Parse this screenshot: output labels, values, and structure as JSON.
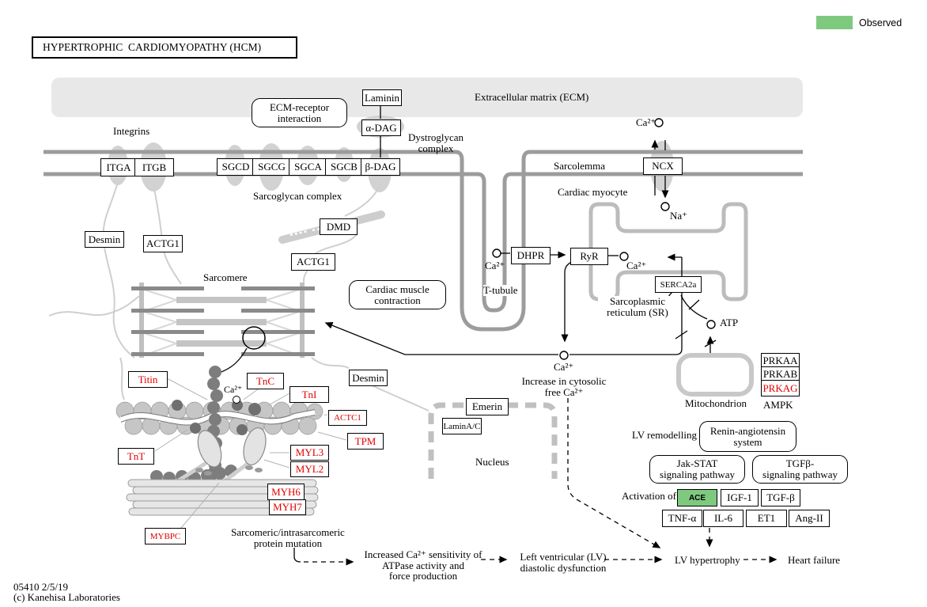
{
  "header": {
    "title": "HYPERTROPHIC  CARDIOMYOPATHY (HCM)",
    "legend_label": "Observed"
  },
  "colors": {
    "observed_green": "#7fc97f",
    "gene_red": "#e10000",
    "membrane_gray": "#9c9c9c"
  },
  "ecm": {
    "band_label": "Extracellular matrix (ECM)",
    "receptor_box": "ECM-receptor\ninteraction",
    "laminin": "Laminin",
    "alpha_dag": "α-DAG",
    "dystroglycan": "Dystroglycan\ncomplex",
    "integrins": "Integrins"
  },
  "membrane": {
    "itga": "ITGA",
    "itgb": "ITGB",
    "sgcd": "SGCD",
    "sgcg": "SGCG",
    "sgca": "SGCA",
    "sgcb": "SGCB",
    "beta_dag": "β-DAG",
    "ncx": "NCX",
    "sarcolemma": "Sarcolemma",
    "cardiac_myocyte": "Cardiac myocyte",
    "sarcoglycan_complex": "Sarcoglycan complex",
    "ca_out": "Ca²⁺",
    "na_in": "Na⁺"
  },
  "cytoskeleton": {
    "desmin_left": "Desmin",
    "actg1_left": "ACTG1",
    "dmd": "DMD",
    "actg1_mid": "ACTG1",
    "desmin_right": "Desmin"
  },
  "calcium": {
    "dhpr": "DHPR",
    "ryr": "RyR",
    "serca2a": "SERCA2a",
    "t_tubule": "T-tubule",
    "sr_label": "Sarcoplasmic\nreticulum (SR)",
    "atp": "ATP",
    "ca_dhpr": "Ca²⁺",
    "ca_sr": "Ca²⁺",
    "ca_cytosol": "Ca²⁺",
    "increase_label": "Increase in cytosolic\nfree Ca²⁺"
  },
  "sarcomere": {
    "label": "Sarcomere",
    "contraction_box": "Cardiac muscle\ncontraction",
    "ca": "Ca²⁺",
    "titin": "Titin",
    "tnc": "TnC",
    "tni": "TnI",
    "actc1": "ACTC1",
    "tpm": "TPM",
    "tnt": "TnT",
    "myl3": "MYL3",
    "myl2": "MYL2",
    "myh6": "MYH6",
    "myh7": "MYH7",
    "mybpc": "MYBPC",
    "mutation_label": "Sarcomeric/intrasarcomeric\nprotein mutation"
  },
  "nucleus": {
    "emerin": "Emerin",
    "lamin_ac": "LaminA/C",
    "label": "Nucleus"
  },
  "mitochondrion": {
    "label": "Mitochondrion",
    "ampk": "AMPK",
    "prkaa": "PRKAA",
    "prkab": "PRKAB",
    "prkag": "PRKAG"
  },
  "signaling": {
    "lv_remodelling": "LV remodelling",
    "renin_box": "Renin-angiotensin\nsystem",
    "jakstat_box": "Jak-STAT\nsignaling pathway",
    "tgfb_box": "TGFβ-\nsignaling pathway",
    "activation_of": "Activation of :",
    "ace": "ACE",
    "igf1": "IGF-1",
    "tgfb": "TGF-β",
    "tnfa": "TNF-α",
    "il6": "IL-6",
    "et1": "ET1",
    "angii": "Ang-II"
  },
  "outcomes": {
    "increased_ca": "Increased Ca²⁺ sensitivity of\nATPase activity and\nforce production",
    "lv_diastolic": "Left ventricular (LV)\ndiastolic dysfunction",
    "lv_hypertrophy": "LV hypertrophy",
    "heart_failure": "Heart failure"
  },
  "footer": {
    "map_id": "05410 2/5/19",
    "copyright": "(c) Kanehisa Laboratories"
  }
}
